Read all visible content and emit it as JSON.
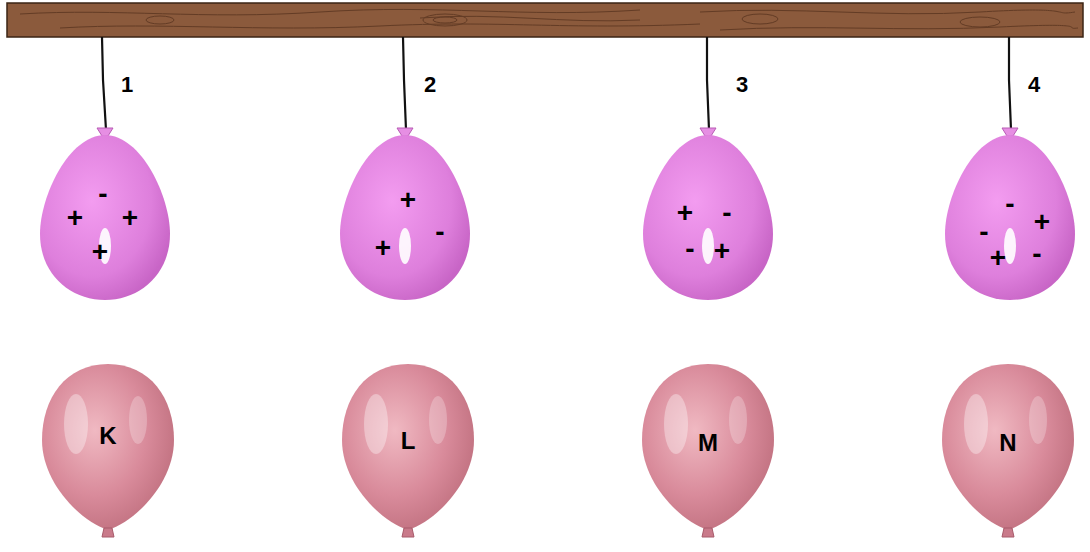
{
  "diagram": {
    "nodes": [
      {
        "text": [
          "-",
          "+",
          "+",
          "+"
        ]
      },
      {
        "text": [
          "+",
          "+",
          "-"
        ]
      },
      {
        "text": [
          "+",
          "-",
          "-",
          "+"
        ]
      },
      {
        "text": [
          "-",
          "+",
          "-",
          "+",
          "-"
        ]
      },
      {
        "text": [
          "K"
        ]
      },
      {
        "text": [
          "L"
        ]
      },
      {
        "text": [
          "M"
        ]
      },
      {
        "text": [
          "N"
        ]
      }
    ],
    "labels": [
      "1",
      "2",
      "3",
      "4"
    ]
  }
}
